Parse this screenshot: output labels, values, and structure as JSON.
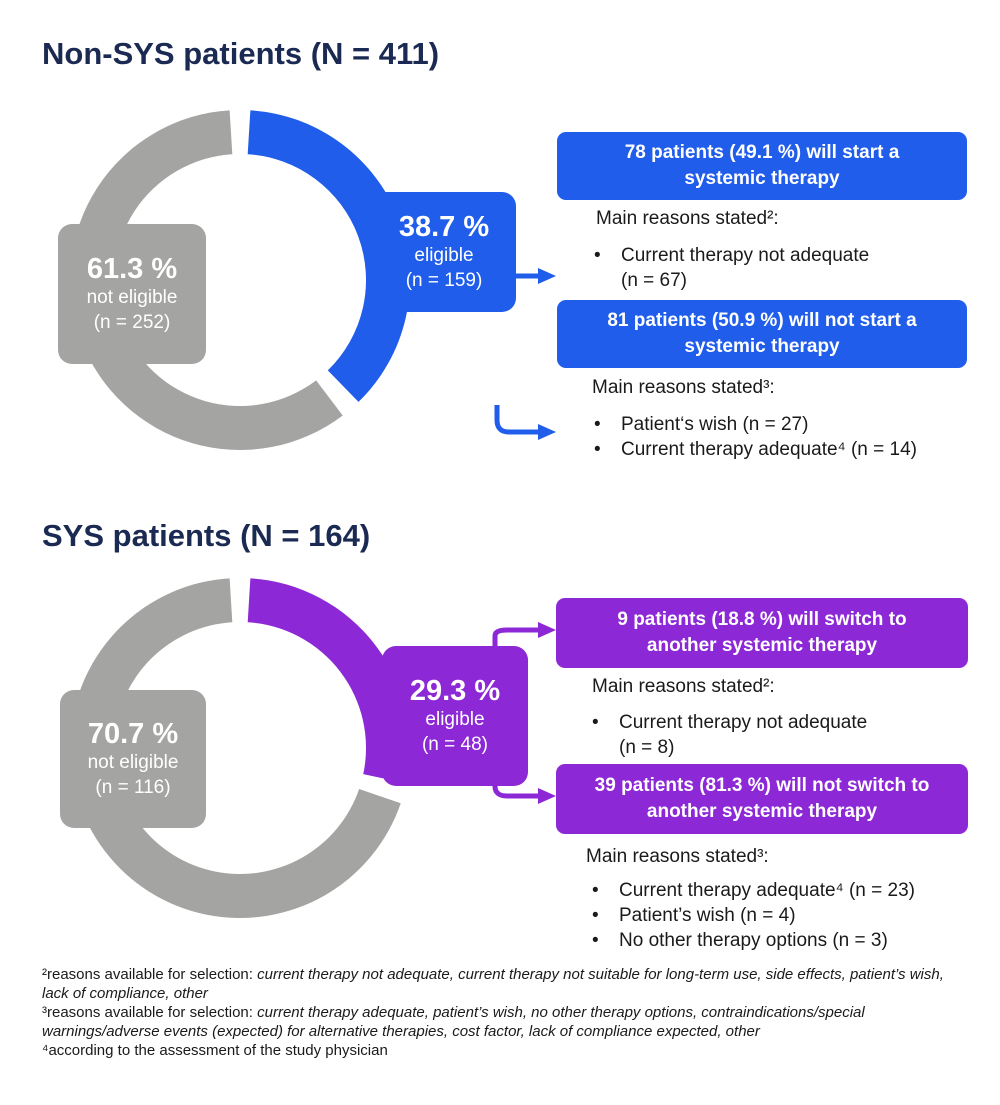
{
  "colors": {
    "title": "#1b2a52",
    "not_eligible": "#a4a5a2",
    "non_sys_eligible": "#1f5dea",
    "sys_eligible": "#8d28d6"
  },
  "chart_data": [
    {
      "type": "pie",
      "title": "Non-SYS patients (N = 411)",
      "slices": [
        {
          "label": "not eligible",
          "percent": 61.3,
          "n_label": "(n = 252)",
          "pct_label": "61.3 %",
          "color": "#a4a5a2"
        },
        {
          "label": "eligible",
          "percent": 38.7,
          "n_label": "(n = 159)",
          "pct_label": "38.7 %",
          "color": "#1f5dea"
        }
      ],
      "outcomes": [
        {
          "lines": [
            "78 patients (49.1 %) will start a",
            "systemic therapy"
          ],
          "reasons_title": "Main reasons stated²:",
          "reasons": [
            "Current therapy not adequate\n(n = 67)"
          ]
        },
        {
          "lines": [
            "81 patients (50.9 %) will not start a",
            "systemic therapy"
          ],
          "reasons_title": "Main reasons stated³:",
          "reasons": [
            "Patient‘s wish (n = 27)",
            "Current therapy adequate⁴ (n = 14)"
          ]
        }
      ]
    },
    {
      "type": "pie",
      "title": "SYS patients (N = 164)",
      "slices": [
        {
          "label": "not eligible",
          "percent": 70.7,
          "n_label": "(n = 116)",
          "pct_label": "70.7 %",
          "color": "#a4a5a2"
        },
        {
          "label": "eligible",
          "percent": 29.3,
          "n_label": "(n = 48)",
          "pct_label": "29.3 %",
          "color": "#8d28d6"
        }
      ],
      "outcomes": [
        {
          "lines": [
            "9 patients (18.8 %) will switch to",
            "another systemic therapy"
          ],
          "reasons_title": "Main reasons stated²:",
          "reasons": [
            "Current therapy not adequate\n(n = 8)"
          ]
        },
        {
          "lines": [
            "39 patients (81.3 %) will not switch to",
            "another systemic therapy"
          ],
          "reasons_title": "Main reasons stated³:",
          "reasons": [
            "Current therapy adequate⁴ (n = 23)",
            "Patient’s wish (n = 4)",
            "No other therapy options (n = 3)"
          ]
        }
      ]
    }
  ],
  "footnotes": {
    "f2_prefix": "²reasons available for selection: ",
    "f2_italic": "current therapy not adequate, current therapy not suitable for long-term use, side effects, patient’s wish, lack of compliance, other",
    "f3_prefix": "³reasons available for selection: ",
    "f3_italic": "current therapy adequate, patient’s wish, no other therapy options, contraindications/special warnings/adverse events (expected) for alternative therapies, cost factor, lack of compliance expected, other",
    "f4": "⁴according to the assessment of the study physician"
  }
}
